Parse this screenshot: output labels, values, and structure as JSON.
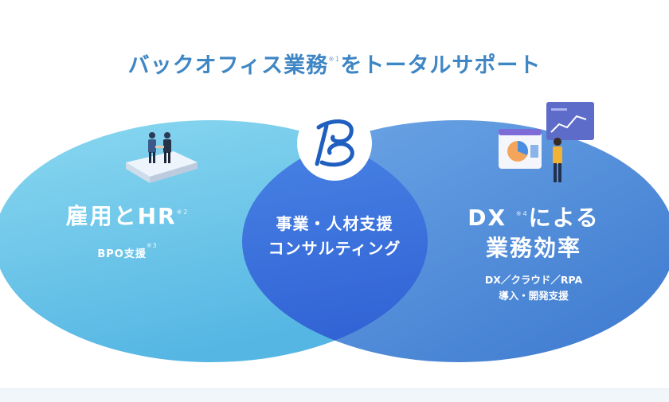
{
  "title": {
    "text": "バックオフィス業務",
    "note": "※1",
    "text2": "をトータルサポート"
  },
  "left_circle": {
    "main": "雇用とHR",
    "main_note": "※2",
    "sub": "BPO支援",
    "sub_note": "※3"
  },
  "center": {
    "line1": "事業・人材支援",
    "line2": "コンサルティング"
  },
  "right_circle": {
    "main_a": "DX",
    "main_note": "※4",
    "main_b": "による",
    "main_line2": "業務効率",
    "sub_line1": "DX／クラウド／RPA",
    "sub_line2": "導入・開発支援"
  },
  "colors": {
    "title": "#3f86c4",
    "left_circle": "#6ec8e8",
    "right_circle": "#4e8fd8",
    "overlap": "#3f6fdc"
  },
  "icons": [
    "brand-logo-icon",
    "handshake-illustration-icon",
    "dx-analytics-illustration-icon"
  ]
}
